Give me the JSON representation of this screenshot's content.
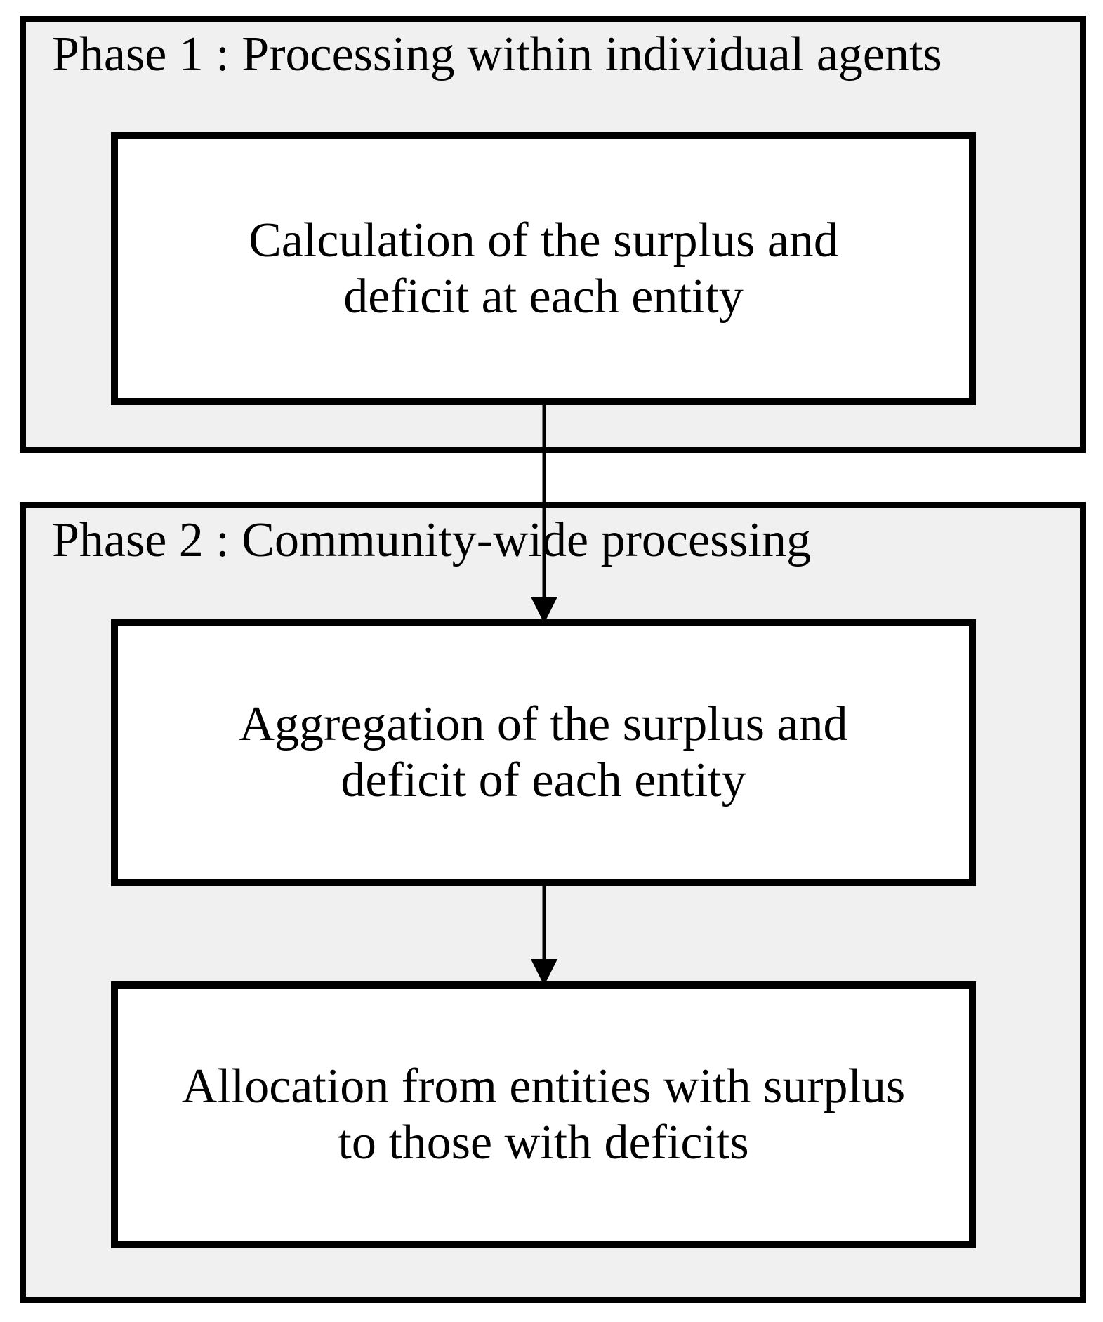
{
  "diagram_title": "Two-phase processing flowchart",
  "colors": {
    "page_bg": "#ffffff",
    "panel_bg": "#f0f0f0",
    "step_bg": "#ffffff",
    "border": "#000000",
    "text": "#000000",
    "arrow": "#000000"
  },
  "phases": [
    {
      "title": "Phase 1 : Processing within individual agents",
      "steps": [
        {
          "lines": [
            "Calculation of the surplus and",
            "deficit at each entity"
          ]
        }
      ]
    },
    {
      "title": "Phase 2 : Community-wide processing",
      "steps": [
        {
          "lines": [
            "Aggregation of the surplus and",
            "deficit of each entity"
          ]
        },
        {
          "lines": [
            "Allocation from entities with surplus",
            "to those with deficits"
          ]
        }
      ]
    }
  ],
  "arrows": [
    {
      "from": "calculation-step",
      "to": "aggregation-step",
      "direction": "down"
    },
    {
      "from": "aggregation-step",
      "to": "allocation-step",
      "direction": "down"
    }
  ]
}
